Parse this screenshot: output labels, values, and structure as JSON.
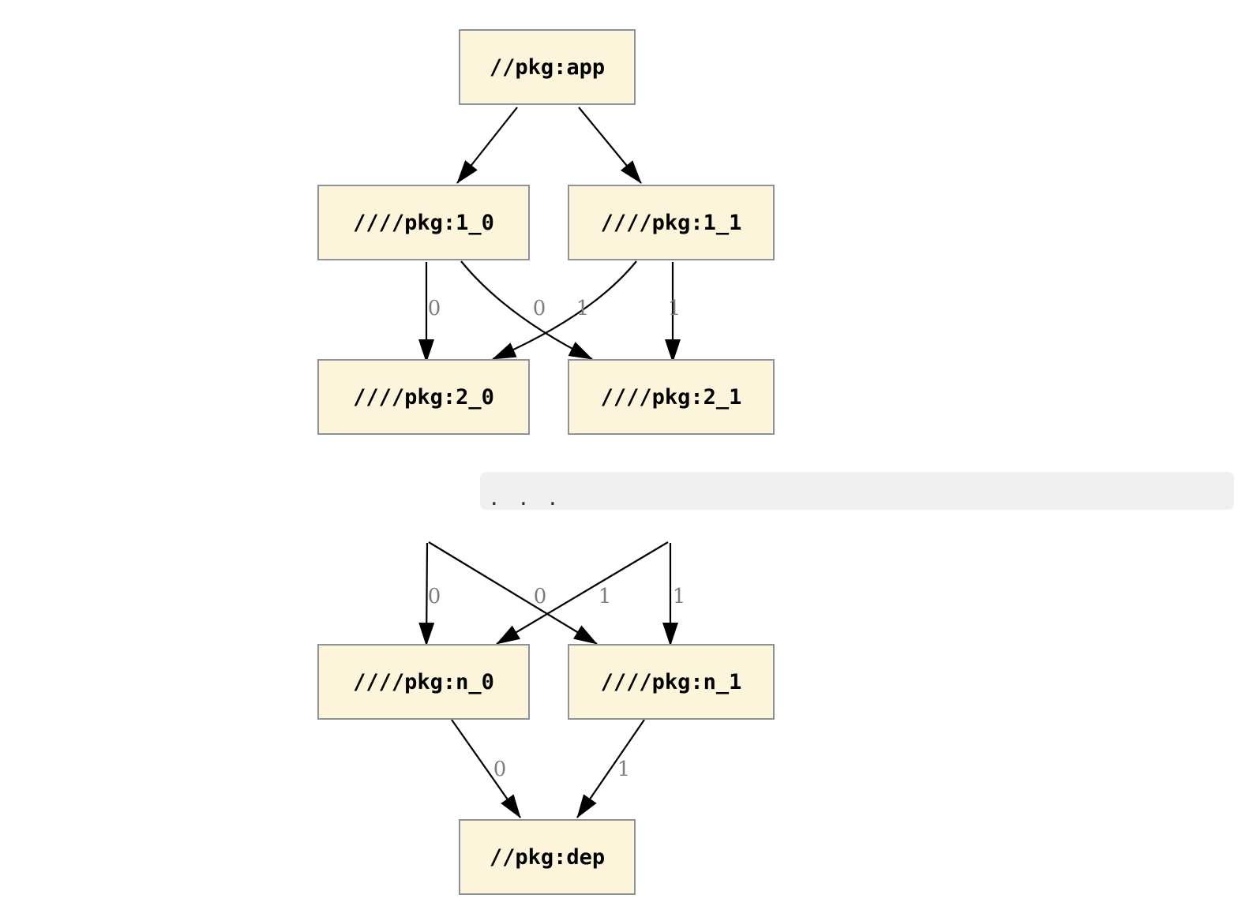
{
  "graph": {
    "colors": {
      "canvas_bg": "#ffffff",
      "node_fill": "#fcf5dc",
      "node_border": "#8d9399",
      "edge": "#000000",
      "edge_label": "#7d7d7d",
      "band_bg": "#f0f0f0",
      "ellipsis_dots": "#2f2f2f"
    },
    "nodes": {
      "app": {
        "label": "//pkg:app"
      },
      "l1_0": {
        "label": "////pkg:1_0"
      },
      "l1_1": {
        "label": "////pkg:1_1"
      },
      "l2_0": {
        "label": "////pkg:2_0"
      },
      "l2_1": {
        "label": "////pkg:2_1"
      },
      "ln_0": {
        "label": "////pkg:n_0"
      },
      "ln_1": {
        "label": "////pkg:n_1"
      },
      "dep": {
        "label": "//pkg:dep"
      }
    },
    "edges": [
      {
        "from": "//pkg:app",
        "to": "////pkg:1_0",
        "label": ""
      },
      {
        "from": "//pkg:app",
        "to": "////pkg:1_1",
        "label": ""
      },
      {
        "from": "////pkg:1_0",
        "to": "////pkg:2_0",
        "label": "0"
      },
      {
        "from": "////pkg:1_0",
        "to": "////pkg:2_1",
        "label": "1"
      },
      {
        "from": "////pkg:1_1",
        "to": "////pkg:2_0",
        "label": "0"
      },
      {
        "from": "////pkg:1_1",
        "to": "////pkg:2_1",
        "label": "1"
      },
      {
        "from": "...",
        "to": "////pkg:n_0",
        "label": "0"
      },
      {
        "from": "...",
        "to": "////pkg:n_1",
        "label": "1"
      },
      {
        "from": "...",
        "to": "////pkg:n_0",
        "label": "0"
      },
      {
        "from": "...",
        "to": "////pkg:n_1",
        "label": "1"
      },
      {
        "from": "////pkg:n_0",
        "to": "//pkg:dep",
        "label": "0"
      },
      {
        "from": "////pkg:n_1",
        "to": "//pkg:dep",
        "label": "1"
      }
    ],
    "ellipsis": ". . ."
  }
}
